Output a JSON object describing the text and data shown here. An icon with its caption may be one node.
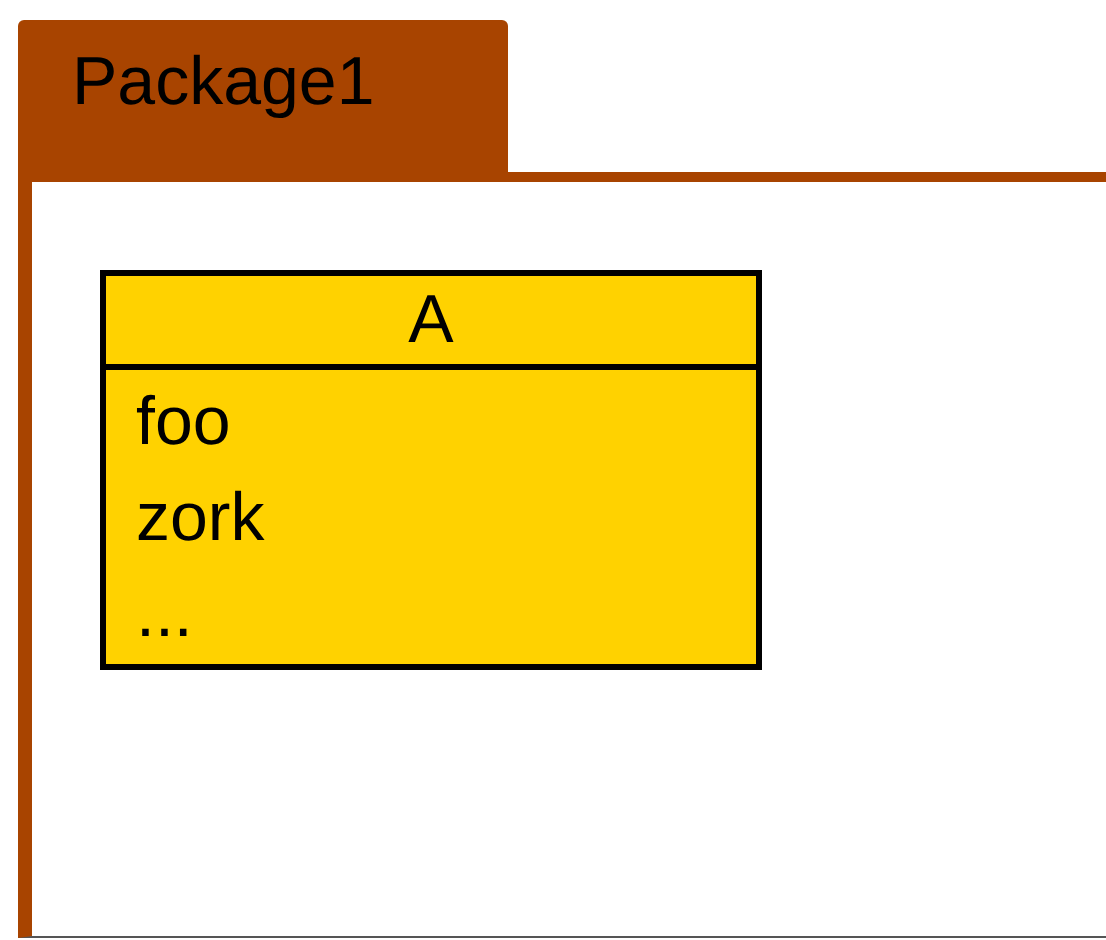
{
  "diagram": {
    "nodes": [
      {
        "text": [
          "Package1"
        ]
      },
      {
        "text": [
          "A",
          "foo",
          "zork",
          "..."
        ],
        "in": 0
      }
    ]
  }
}
